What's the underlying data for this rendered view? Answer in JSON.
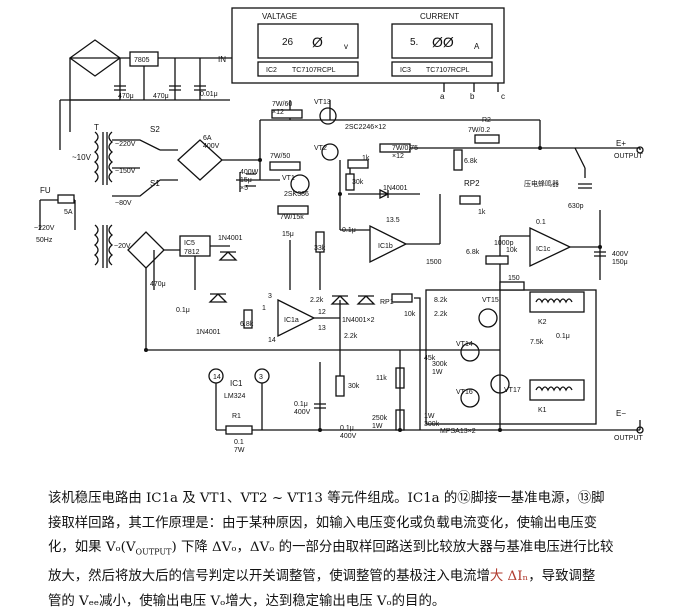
{
  "meters": {
    "voltage": {
      "title": "VALTAGE",
      "reading": "26",
      "digits": "Ø",
      "unit": "v",
      "chip_id": "IC2",
      "chip_part": "TC7107RCPL"
    },
    "current": {
      "title": "CURRENT",
      "reading": "5.",
      "digits": "ØØ",
      "unit": "A",
      "chip_id": "IC3",
      "chip_part": "TC7107RCPL"
    },
    "input_label": "IN",
    "terminals": [
      "a",
      "b",
      "c"
    ]
  },
  "supply": {
    "regulator_main": "7805",
    "cap1": "470μ",
    "cap2": "470μ",
    "cap3": "0.01μ",
    "transformer": "T",
    "secondary": "~10V",
    "taps": [
      "~220V",
      "~150V",
      "~80V"
    ],
    "switches": [
      "S2",
      "S1"
    ],
    "fuse_id": "FU",
    "fuse_rating": "5A",
    "mains": "~220V",
    "freq": "50Hz",
    "bridge_rating": "6A\n400V",
    "aux_secondary": "~20V",
    "aux_reg_id": "IC5",
    "aux_reg_part": "7812",
    "aux_cap": "470μ",
    "aux_cap2": "0.1μ",
    "diode_1n4001_top": "1N4001",
    "diode_1n4001_bottom": "1N4001"
  },
  "pass_stage": {
    "r_7w60": "7W/60\n×12",
    "vt13": "VT13",
    "vt13_part": "2SC2246×12",
    "r_7w50": "7W/50",
    "vt2": "VT2",
    "r_7w075": "7W/0.75\n×12",
    "r_1k": "1k",
    "vt1": "VT1",
    "vt1_part": "2SK386",
    "cap_big": "400W\n15μ\n×5",
    "r_7w15k": "7W/15k",
    "r_30k": "30k",
    "r2": "R2",
    "r2_val": "7W/0.2",
    "diode_main": "1N4001"
  },
  "output": {
    "pos_label": "E+",
    "pos_out": "OUTPUT",
    "neg_label": "E−",
    "neg_out": "OUTPUT",
    "buzzer": "压电蜂鸣器",
    "r_630p": "630p",
    "r_6_8k": "6.8k",
    "rp2": "RP2",
    "r_1k2": "1k",
    "ic1c": "IC1c",
    "c_01": "0.1",
    "r_10k": "10k",
    "c_1000p": "1000p",
    "r_68k2": "6.8k",
    "cap_400v": "400V\n150μ"
  },
  "control": {
    "ic1b": "IC1b",
    "r_13_5": "13.5",
    "c_01u": "0.1μ",
    "r_33k": "33k",
    "r_1500": "1500",
    "c_15u": "15μ",
    "ic1a": "IC1a",
    "pins": [
      "3",
      "1",
      "14",
      "12",
      "13"
    ],
    "r_68k": "6.8k",
    "r_2_2k": "2.2k",
    "diodes": "1N4001×2",
    "rp1": "RP1",
    "r_10k_b": "10k",
    "r_2_2k_b": "2.2k",
    "ic1_id": "IC1",
    "ic1_part": "LM324",
    "r1": "R1",
    "r1_val": "0.1\n7W",
    "r_30k_b": "30k",
    "c_01_400": "0.1μ\n400V",
    "r_11k": "11k",
    "r_250k": "250k\n1W",
    "r_45k": "45k",
    "r_300k": "300k\n1W",
    "r_300k_b": "1W\n300k",
    "c_01_400b": "0.1μ\n400V"
  },
  "relay": {
    "r_150": "150",
    "r_8_2k": "8.2k",
    "r_2_2k": "2.2k",
    "vt15": "VT15",
    "vt14": "VT14",
    "vt16": "VT16",
    "vt17": "VT17",
    "k2": "K2",
    "k1": "K1",
    "c_01u": "0.1μ",
    "r_7_5k": "7.5k",
    "pair": "MPSA13×2"
  },
  "caption": {
    "line1": "该机稳压电路由 IC1a 及 VT1、VT2 ~ VT13 等元件组成。IC1a 的⑫脚接一基准电源，⑬脚",
    "line2": "接取样回路，其工作原理是：由于某种原因，如输入电压变化或负载电流变化，使输出电压变",
    "line3": "化，如果 Vₒ(V",
    "line3b": "OUTPUT",
    "line3c": ") 下降 ΔVₒ，ΔVₒ 的一部分由取样回路送到比较放大器与基准电压进行比较",
    "line4a": "放大，然后将放大后的信号判定以开关调整管，使调整管的基极注入电流增",
    "line4b": "大 ΔIₙ",
    "line4c": "，导致调整",
    "line5": "管的 Vₑₑ减小，使输出电压 Vₒ增大，达到稳定输出电压 Vₒ的目的。"
  },
  "colors": {
    "ink": "#111111",
    "highlight": "#b03a2e"
  }
}
